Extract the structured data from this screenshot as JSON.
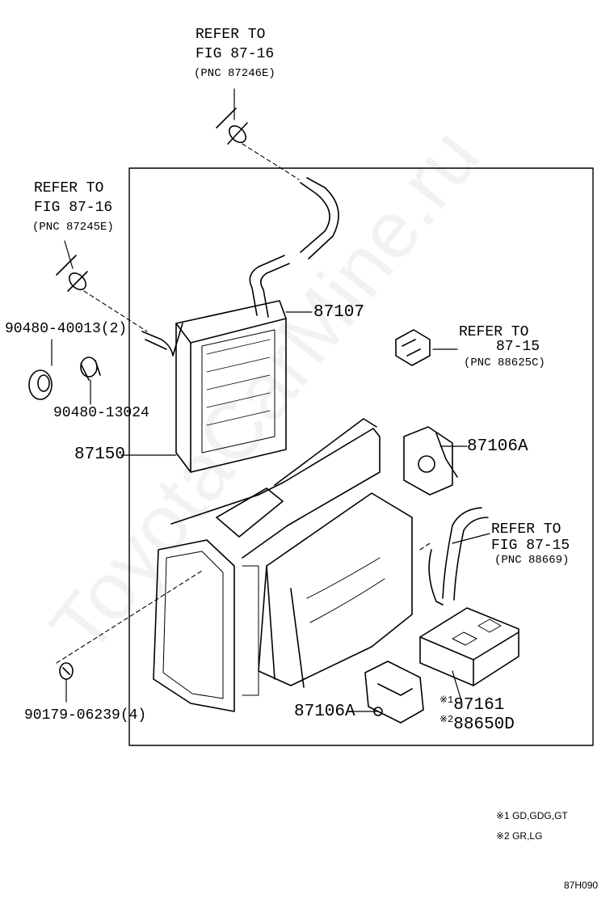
{
  "watermark": "ToyotaCarMine.ru",
  "refer_top": {
    "line1": "REFER TO",
    "line2": "FIG 87-16",
    "pnc": "(PNC 87246E)"
  },
  "refer_left": {
    "line1": "REFER TO",
    "line2": "FIG 87-16",
    "pnc": "(PNC 87245E)"
  },
  "refer_right_upper": {
    "line1": "REFER TO",
    "line2": "87-15",
    "pnc": "(PNC 88625C)"
  },
  "refer_right_lower": {
    "line1": "REFER TO",
    "line2": "FIG 87-15",
    "pnc": "(PNC 88669)"
  },
  "parts": {
    "p87107": "87107",
    "p90480_40013": "90480-40013(2)",
    "p90480_13024": "90480-13024",
    "p87150": "87150",
    "p87106A_upper": "87106A",
    "p87106A_lower": "87106A",
    "p90179": "90179-06239(4)",
    "p87161": "87161",
    "p88650D": "88650D",
    "mark1": "※1",
    "mark2": "※2"
  },
  "notes": {
    "note1": "※1 GD,GDG,GT",
    "note2": "※2 GR,LG"
  },
  "figure_code": "87H090"
}
